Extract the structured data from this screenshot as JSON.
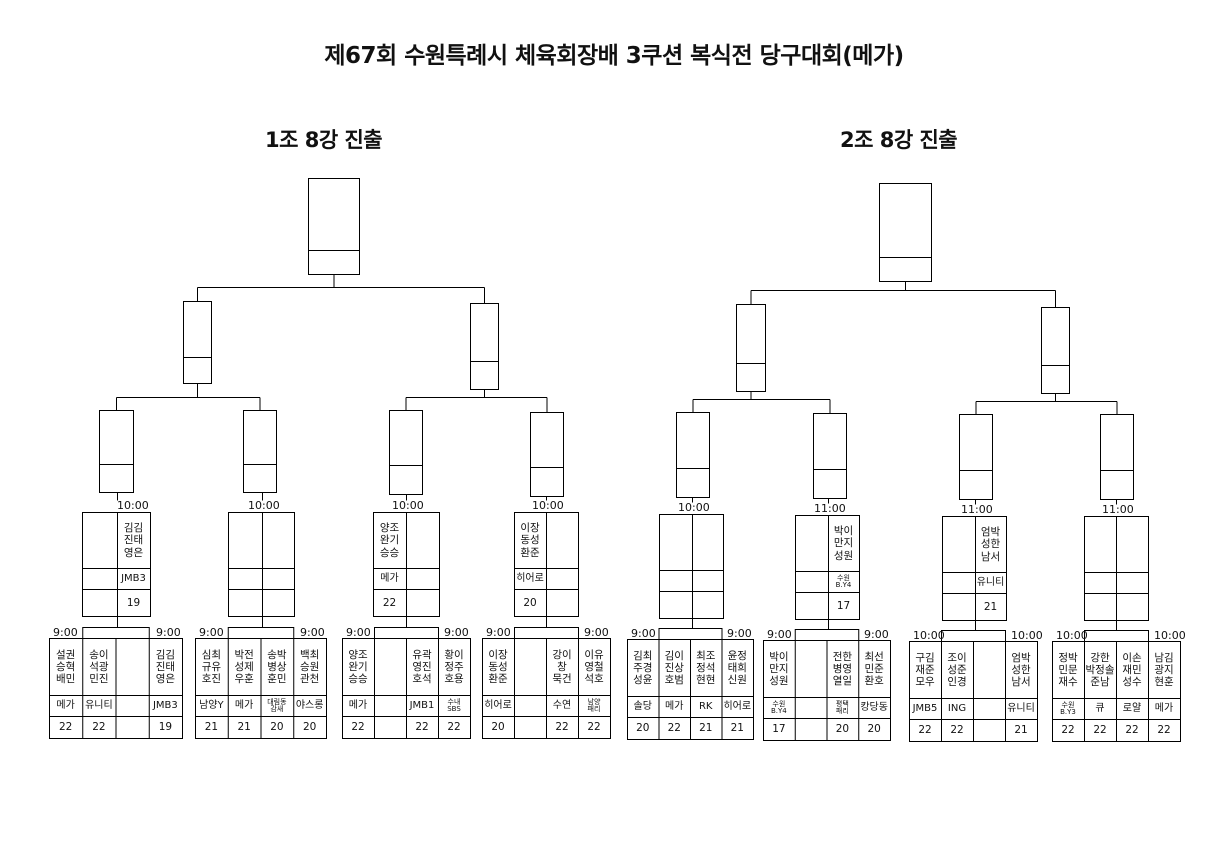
{
  "title": "제67회 수원특례시 체육회장배 3쿠션 복식전 당구대회(메가)",
  "groups": [
    {
      "title": "1조 8강 진출",
      "round1": [
        {
          "time": "9:00",
          "slots": [
            {
              "names": "설권\n승혁\n배민",
              "club": "메가",
              "score": "22"
            },
            {
              "names": "송이\n석광\n민진",
              "club": "유니티",
              "score": "22"
            },
            {
              "names": "",
              "club": "",
              "score": ""
            },
            {
              "names": "김김\n진태\n영은",
              "club": "JMB3",
              "score": "19"
            }
          ]
        },
        {
          "time": "9:00",
          "slots": [
            {
              "names": "심최\n규유\n호진",
              "club": "남양Y",
              "score": "21"
            },
            {
              "names": "박전\n성제\n우훈",
              "club": "메가",
              "score": "21"
            },
            {
              "names": "송박\n병상\n훈민",
              "club": "대림동\n감새",
              "score": "20"
            },
            {
              "names": "백최\n승원\n관천",
              "club": "야스롱",
              "score": "20"
            }
          ]
        },
        {
          "time": "9:00",
          "slots": [
            {
              "names": "양조\n완기\n승승",
              "club": "메가",
              "score": "22"
            },
            {
              "names": "",
              "club": "",
              "score": ""
            },
            {
              "names": "유곽\n영진\n호석",
              "club": "JMB1",
              "score": "22"
            },
            {
              "names": "황이\n정주\n호용",
              "club": "수내\nSBS",
              "score": "22"
            }
          ]
        },
        {
          "time": "9:00",
          "slots": [
            {
              "names": "이장\n동성\n환준",
              "club": "히어로",
              "score": "20"
            },
            {
              "names": "",
              "club": "",
              "score": ""
            },
            {
              "names": "강이\n창\n묵건",
              "club": "수연",
              "score": "22"
            },
            {
              "names": "이유\n영철\n석호",
              "club": "남양\n패리",
              "score": "22"
            }
          ]
        }
      ],
      "round2": [
        {
          "time": "10:00",
          "left": {
            "names": "",
            "club": "",
            "score": ""
          },
          "right": {
            "names": "김김\n진태\n영은",
            "club": "JMB3",
            "score": "19"
          }
        },
        {
          "time": "10:00",
          "left": {
            "names": "",
            "club": "",
            "score": ""
          },
          "right": {
            "names": "",
            "club": "",
            "score": ""
          }
        },
        {
          "time": "10:00",
          "left": {
            "names": "양조\n완기\n승승",
            "club": "메가",
            "score": "22"
          },
          "right": {
            "names": "",
            "club": "",
            "score": ""
          }
        },
        {
          "time": "10:00",
          "left": {
            "names": "이장\n동성\n환준",
            "club": "히어로",
            "score": "20"
          },
          "right": {
            "names": "",
            "club": "",
            "score": ""
          }
        }
      ]
    },
    {
      "title": "2조 8강 진출",
      "round1": [
        {
          "time": "9:00",
          "slots": [
            {
              "names": "김최\n주경\n성윤",
              "club": "솔당",
              "score": "20"
            },
            {
              "names": "김이\n진상\n호범",
              "club": "메가",
              "score": "22"
            },
            {
              "names": "최조\n정석\n현현",
              "club": "RK",
              "score": "21"
            },
            {
              "names": "윤정\n태희\n신원",
              "club": "히어로",
              "score": "21"
            }
          ]
        },
        {
          "time": "9:00",
          "slots": [
            {
              "names": "박이\n만지\n성원",
              "club": "수원\nB.Y4",
              "score": "17"
            },
            {
              "names": "",
              "club": "",
              "score": ""
            },
            {
              "names": "전한\n병영\n열일",
              "club": "평택\n패리",
              "score": "20"
            },
            {
              "names": "최선\n민준\n환호",
              "club": "캉당동",
              "score": "20"
            }
          ]
        },
        {
          "time": "10:00",
          "slots": [
            {
              "names": "구김\n재준\n모우",
              "club": "JMB5",
              "score": "22"
            },
            {
              "names": "조이\n성준\n인경",
              "club": "ING",
              "score": "22"
            },
            {
              "names": "",
              "club": "",
              "score": ""
            },
            {
              "names": "엄박\n성한\n남서",
              "club": "유니티",
              "score": "21"
            }
          ]
        },
        {
          "time": "10:00",
          "slots": [
            {
              "names": "정박\n민문\n재수",
              "club": "수원\nB.Y3",
              "score": "22"
            },
            {
              "names": "강한\n박정솔\n준남",
              "club": "큐",
              "score": "22"
            },
            {
              "names": "이손\n재민\n성수",
              "club": "로얄",
              "score": "22"
            },
            {
              "names": "남김\n광지\n현훈",
              "club": "메가",
              "score": "22"
            }
          ]
        }
      ],
      "round2": [
        {
          "time": "10:00",
          "left": {
            "names": "",
            "club": "",
            "score": ""
          },
          "right": {
            "names": "",
            "club": "",
            "score": ""
          }
        },
        {
          "time": "11:00",
          "left": {
            "names": "",
            "club": "",
            "score": ""
          },
          "right": {
            "names": "박이\n만지\n성원",
            "club": "수원\nB.Y4",
            "score": "17"
          }
        },
        {
          "time": "11:00",
          "left": {
            "names": "",
            "club": "",
            "score": ""
          },
          "right": {
            "names": "엄박\n성한\n남서",
            "club": "유니티",
            "score": "21"
          }
        },
        {
          "time": "11:00",
          "left": {
            "names": "",
            "club": "",
            "score": ""
          },
          "right": {
            "names": "",
            "club": "",
            "score": ""
          }
        }
      ]
    }
  ]
}
